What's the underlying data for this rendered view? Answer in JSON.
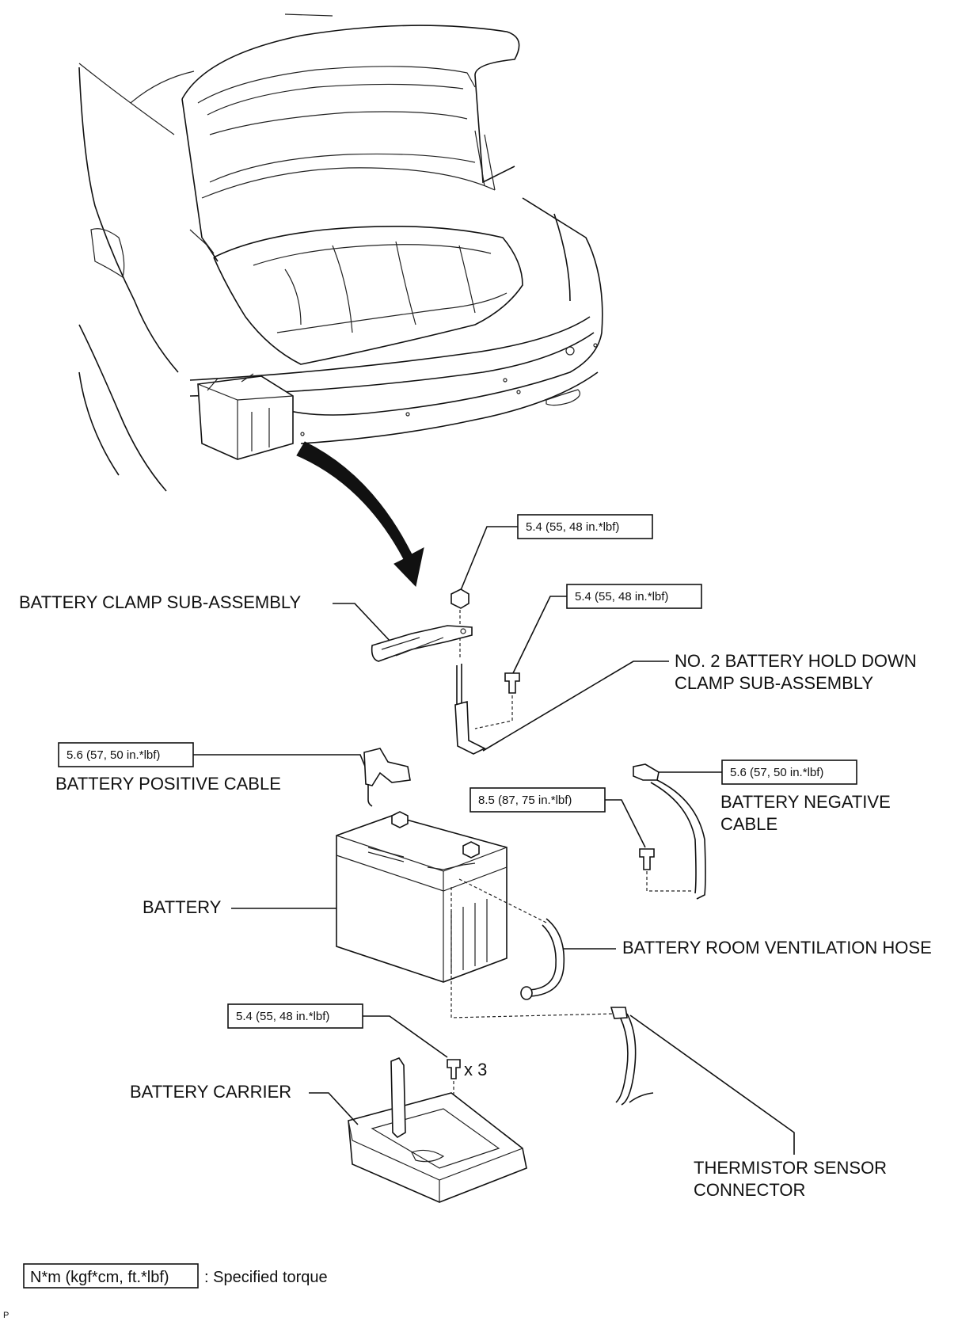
{
  "labels": {
    "clamp": "BATTERY CLAMP SUB-ASSEMBLY",
    "holddown_1": "NO. 2 BATTERY HOLD DOWN",
    "holddown_2": "CLAMP SUB-ASSEMBLY",
    "positive": "BATTERY POSITIVE CABLE",
    "negative_1": "BATTERY NEGATIVE",
    "negative_2": "CABLE",
    "battery": "BATTERY",
    "vent_hose": "BATTERY ROOM VENTILATION HOSE",
    "carrier": "BATTERY CARRIER",
    "thermistor_1": "THERMISTOR SENSOR",
    "thermistor_2": "CONNECTOR",
    "qty": "x 3",
    "corner_mark": "P"
  },
  "torques": {
    "clamp_nut": "5.4 (55, 48 in.*lbf)",
    "holddown_bolt": "5.4 (55, 48 in.*lbf)",
    "positive": "5.6 (57, 50 in.*lbf)",
    "negative": "5.6 (57, 50 in.*lbf)",
    "negative_bolt": "8.5 (87, 75 in.*lbf)",
    "carrier_bolt": "5.4 (55, 48 in.*lbf)"
  },
  "legend": {
    "unit": "N*m (kgf*cm, ft.*lbf)",
    "text": ": Specified torque"
  }
}
